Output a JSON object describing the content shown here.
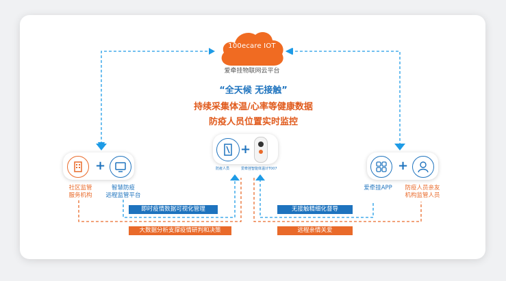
{
  "colors": {
    "blue": "#1e73be",
    "orange": "#e96a2a"
  },
  "cloud": {
    "title": "100ecare IOT",
    "subtitle": "爱牵挂物联网云平台"
  },
  "headline": {
    "line1": "“全天候 无接触”",
    "line2": "持续采集体温/心率等健康数据",
    "line3": "防疫人员位置实时监控"
  },
  "left": {
    "icon1": "building-icon",
    "icon2": "monitor-icon",
    "label1": "社区监管\n服务机构",
    "label2": "智慧防疫\n远程监管平台"
  },
  "center": {
    "icon1": "door-icon",
    "icon2": "thermometer-device-icon",
    "label1": "防疫人员",
    "label2": "爱牵挂智能体温计T007"
  },
  "right": {
    "icon1": "apps-grid-icon",
    "icon2": "user-icon",
    "label1": "爱牵挂APP",
    "label2": "防疫人员亲友\n机构监管人员"
  },
  "bands": {
    "left_blue": "即时疫情数据可视化管理",
    "left_orange": "大数据分析支撑疫情研判和决策",
    "right_blue": "无接触精细化督导",
    "right_orange": "远程亲情关爱"
  }
}
